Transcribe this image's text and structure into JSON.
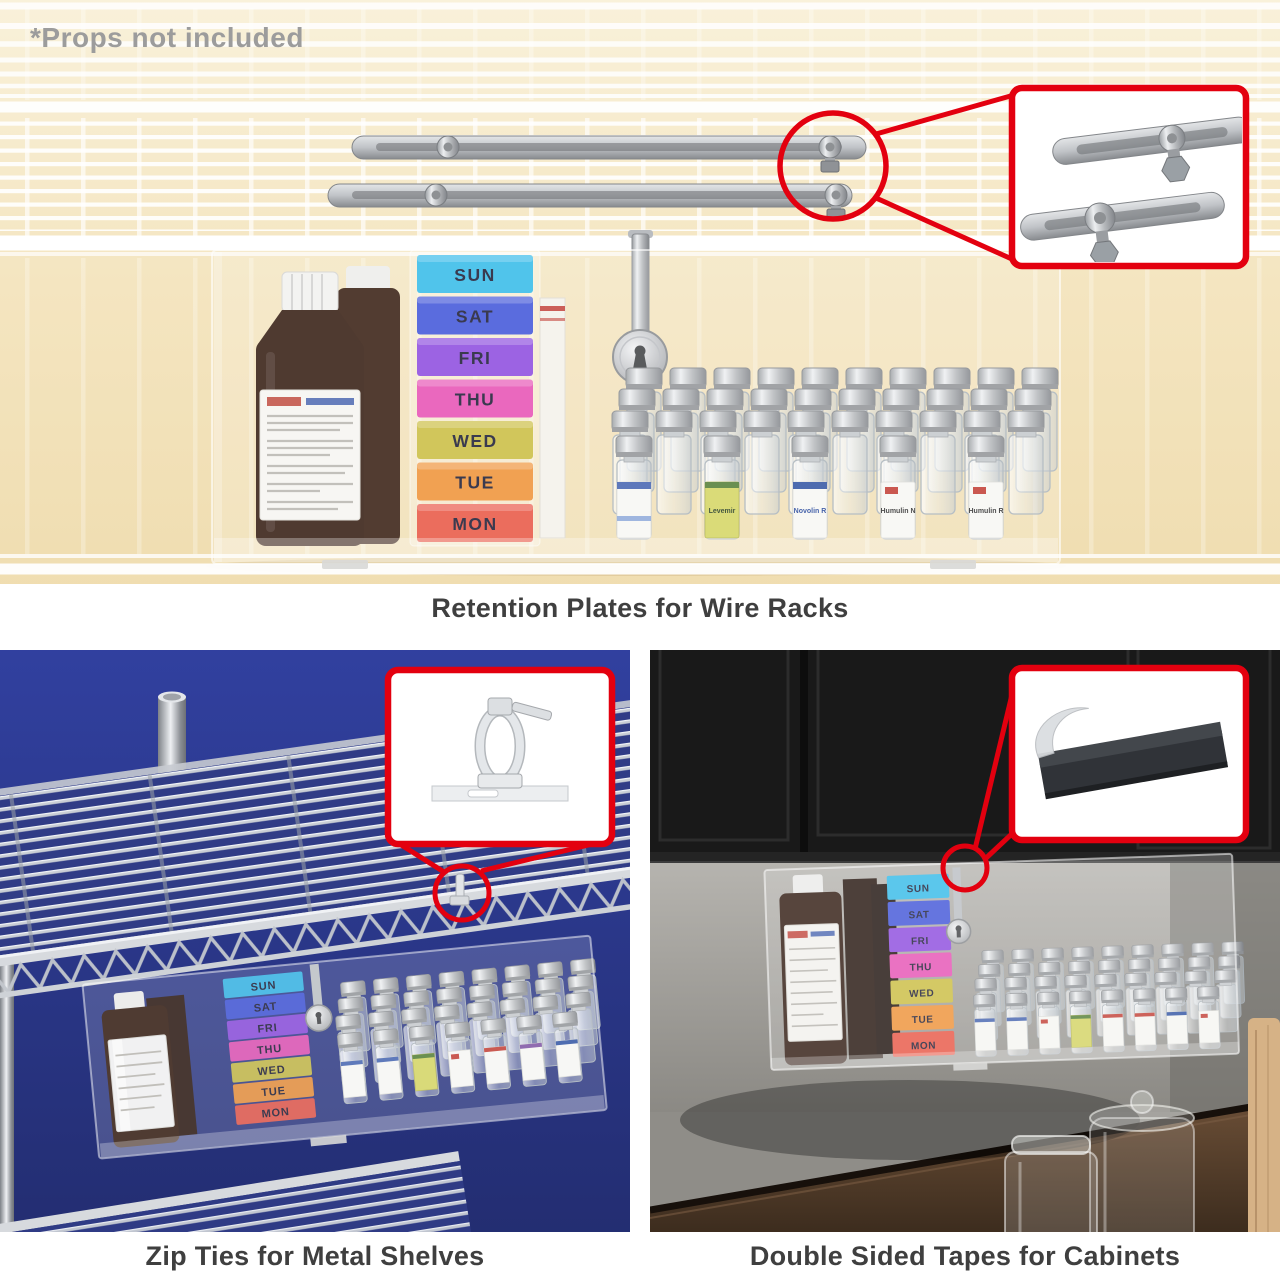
{
  "notes": {
    "props_disclaimer": "*Props not included"
  },
  "panels": {
    "retention": {
      "caption": "Retention Plates for Wire Racks"
    },
    "zip": {
      "caption": "Zip Ties for Metal Shelves"
    },
    "tape": {
      "caption": "Double Sided Tapes for Cabinets"
    }
  },
  "organizer": {
    "days": [
      {
        "label": "SUN",
        "color": "#2fb9e8"
      },
      {
        "label": "SAT",
        "color": "#3b50d8"
      },
      {
        "label": "FRI",
        "color": "#8a46de"
      },
      {
        "label": "THU",
        "color": "#e64cb2"
      },
      {
        "label": "WED",
        "color": "#c9bc3c"
      },
      {
        "label": "TUE",
        "color": "#ef8f31"
      },
      {
        "label": "MON",
        "color": "#e8513f"
      }
    ]
  },
  "vials": {
    "labels": [
      "Levemir",
      "Novolin R",
      "Humulin N",
      "Humulin R"
    ]
  },
  "colors": {
    "callout_red": "#e3000f",
    "caption_text": "#3f3f3f",
    "caption_bg": "#ffffff",
    "top_bg": "#f4e6c3",
    "left_bg": "#2b3990",
    "right_wall": "#a3a19c"
  }
}
